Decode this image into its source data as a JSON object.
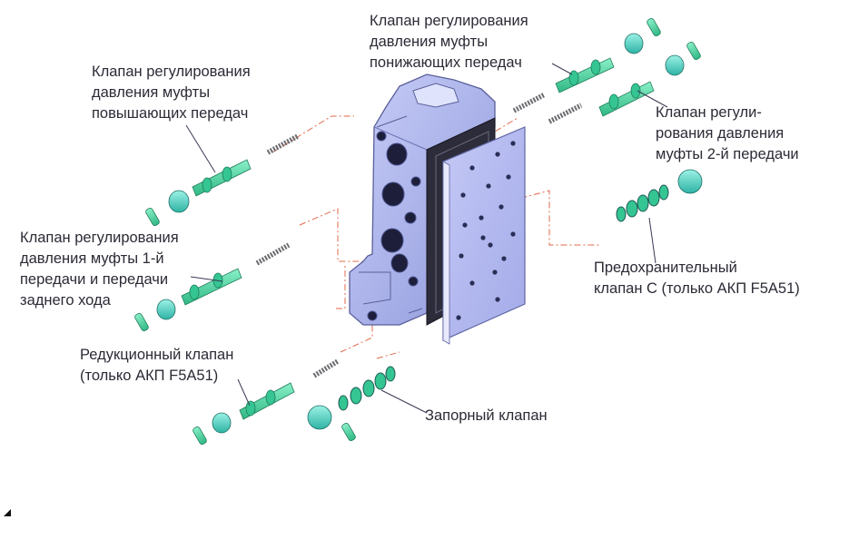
{
  "labels": {
    "upshift_clutch_valve": "Клапан регулирования\nдавления муфты\nповышающих передач",
    "downshift_clutch_valve": "Клапан регулирования\nдавления муфты\nпонижающих передач",
    "second_gear_clutch_valve": "Клапан регули-\nрования давления\nмуфты 2-й передачи",
    "first_reverse_clutch_valve": "Клапан регулирования\nдавления муфты 1-й\nпередачи и передачи\nзаднего хода",
    "safety_valve_c": "Предохранительный\nклапан C (только АКП F5A51)",
    "reducing_valve": "Редукционный клапан\n(только АКП F5A51)",
    "check_valve": "Запорный клапан"
  },
  "colors": {
    "valve_body": "#aeb6f0",
    "valve_body_shadow": "#8a93d6",
    "gasket": "#2c2c3a",
    "separator_plate": "#b6bcef",
    "spool": "#4ed8a6",
    "sleeve": "#5fd9c8",
    "spring": "#6b6b70",
    "leader_line": "#3a3a55",
    "center_line": "#e06a4a"
  }
}
